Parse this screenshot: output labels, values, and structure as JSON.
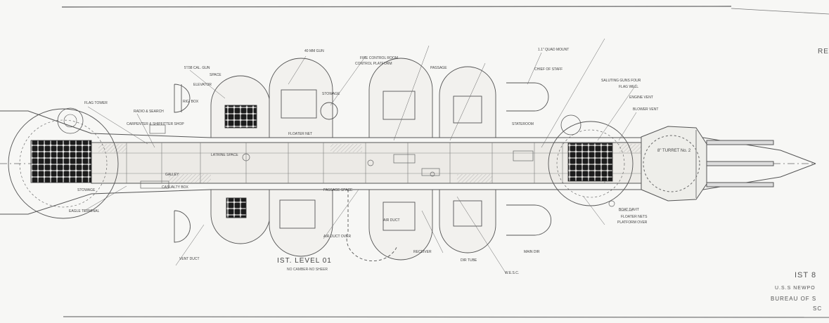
{
  "drawing": {
    "level_title": "IST. LEVEL 01",
    "level_subtitle": "NO CAMBER-NO SHEER",
    "corner_label": "RE",
    "title_block": {
      "line1": "IST 8",
      "line2": "U.S.S NEWPO",
      "line3": "BUREAU OF S",
      "line4": "SC"
    },
    "turret_label": "8\" TURRET No. 2",
    "callouts": [
      "5\"/38 CAL. GUN",
      "SPACE",
      "FLAG TOWER",
      "RADIO & SEARCH",
      "40 MM GUN",
      "CARPENTER & SHIPFITTER SHOP",
      "ELEVATOR",
      "FLOATER NET",
      "RIG. BOX",
      "FIRE CONTROL ROOM",
      "CONTROL PLATFORM",
      "PASSAGE",
      "STOWAGE",
      "LATRINE SPACE",
      "1.1\" QUAD MOUNT",
      "CHIEF OF STAFF",
      "SALUTING GUNS FOUR",
      "ENGINE VENT",
      "FLAG WELL",
      "BLOWER VENT",
      "STATEROOM",
      "PLATFORM OVER",
      "BOAT DAVIT",
      "FLOATER NETS",
      "CASUALTY BOX",
      "PASSAGE SPACE",
      "GALLEY",
      "AIR DUCT",
      "AIR DUCT OVER",
      "RECEIVER",
      "DIR TUBE",
      "W.E.S.C.",
      "EAGLE TERMINAL",
      "STOWAGE",
      "VENT DUCT",
      "MAIN DIR"
    ]
  }
}
